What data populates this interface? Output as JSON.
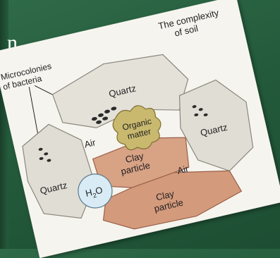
{
  "slide": {
    "partial_title_letter": "n"
  },
  "diagram": {
    "title_line1": "The complexity",
    "title_line2": "of soil",
    "microcolonies_line1": "Microcolonies",
    "microcolonies_line2": "of bacteria",
    "quartz_top": "Quartz",
    "quartz_right": "Quartz",
    "quartz_left": "Quartz",
    "air_left": "Air",
    "air_right": "Air",
    "organic_line1": "Organic",
    "organic_line2": "matter",
    "clay_top_line1": "Clay",
    "clay_top_line2": "particle",
    "clay_bottom_line1": "Clay",
    "clay_bottom_line2": "particle",
    "water_main": "H",
    "water_sub": "2",
    "water_tail": "O"
  },
  "colors": {
    "background": "#245b3c",
    "quartz": "#e4e1d9",
    "clay": "#d49a7c",
    "organic": "#c9b96e",
    "water": "#d9ecf5"
  }
}
